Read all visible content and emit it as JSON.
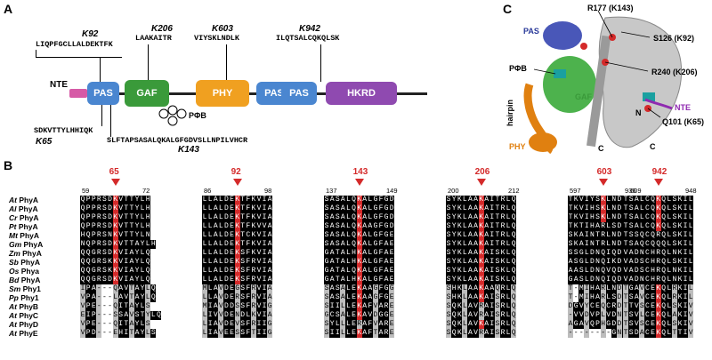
{
  "panels": {
    "a": "A",
    "b": "B",
    "c": "C"
  },
  "panelA": {
    "domains": [
      {
        "label": "NTE",
        "color": "#d65aa6"
      },
      {
        "label": "PAS",
        "color": "#4a86d0"
      },
      {
        "label": "GAF",
        "color": "#3a9a3a"
      },
      {
        "label": "PHY",
        "color": "#f0a020"
      },
      {
        "label": "PAS",
        "color": "#4a86d0"
      },
      {
        "label": "PAS",
        "color": "#4a86d0"
      },
      {
        "label": "HKRD",
        "color": "#8f4ab0"
      }
    ],
    "chromophore": "PΦB",
    "sites": [
      {
        "tag": "K92",
        "seq": "LIQPFGCLLALDEKTFK"
      },
      {
        "tag": "K206",
        "seq": "LAAKAITR"
      },
      {
        "tag": "K603",
        "seq": "VIYSKLNDLK"
      },
      {
        "tag": "K942",
        "seq": "ILQTSALCQKQLSK"
      },
      {
        "tag": "K65",
        "seq": "SDKVTTYLHHIQK"
      },
      {
        "tag": "K143",
        "seq": "SLFTAPSASALQKALGFGDVSLLNPILVHCR"
      }
    ]
  },
  "panelB": {
    "species": [
      [
        "At",
        "PhyA"
      ],
      [
        "Al",
        "PhyA"
      ],
      [
        "Cr",
        "PhyA"
      ],
      [
        "Pt",
        "PhyA"
      ],
      [
        "Mt",
        "PhyA"
      ],
      [
        "Gm",
        "PhyA"
      ],
      [
        "Zm",
        "PhyA"
      ],
      [
        "Sb",
        "PhyA"
      ],
      [
        "Os",
        "Phya"
      ],
      [
        "Bd",
        "PhyA"
      ],
      [
        "Sm",
        "Phy1"
      ],
      [
        "Pp",
        "Phy1"
      ],
      [
        "At",
        "PhyB"
      ],
      [
        "At",
        "PhyC"
      ],
      [
        "At",
        "PhyD"
      ],
      [
        "At",
        "PhyE"
      ]
    ],
    "blocks": [
      {
        "site": "65",
        "start": "59",
        "end": "72",
        "rows": [
          "QPPRSDKVTTYLH",
          "QPPRSDKVTTYLH",
          "QPPRSDKVTTYLH",
          "QPPRSDKVTTYLH",
          "HQPRSNKVTTYLN",
          "NQPRSDKVTTAYLH",
          "QQGRSDKVIAYLQ",
          "QQGRSKKVIAYLQ",
          "QQGRSKKVIAYLQ",
          "QQGRSDKVIAYLQ",
          "IPA---QAVTAYLQ",
          "VPA---LAVTAYLQ",
          "VPE---QITAYLS",
          "EIP---SSAVSTYLQ",
          "VPE---QITAYLS",
          "VPD---EHITAYLS"
        ]
      },
      {
        "site": "92",
        "start": "86",
        "end": "98",
        "rows": [
          "LLALDEKTFKVIA",
          "LLALDEKTFKVIA",
          "LLALDEKTFKVIA",
          "LLALDEKTFKVVA",
          "LLALDEKTCKVIA",
          "LLALDEKTFKVIA",
          "LLALDEKSFKVIA",
          "LLALDEKSFRVIA",
          "LLALDEKSFRVIA",
          "LLALDEKSFRVIA",
          "MLAVDEGSFRVIA",
          "LLAVDERSFRVIA",
          "MIAVDDSSFRVIG",
          "LIVVDENDLKVIA",
          "LIAVDEVSFRIIG",
          "LIAVEESSFTIIG"
        ]
      },
      {
        "site": "143",
        "start": "137",
        "end": "149",
        "rows": [
          "SASALQKALGFGD",
          "SASALQKALGFGD",
          "SASALQKALGFGD",
          "SASALQKAAGFGD",
          "SASALQKALGFGE",
          "SASALQKALGFAE",
          "GATALHKALGFAE",
          "GATALHKALGFAE",
          "GATALQKALGFAE",
          "GATALHKALGFAE",
          "SASALEKAAGFGG",
          "SASALEKAAGFGE",
          "SIILLEKAFVARE",
          "GCSALEKAVDGGE",
          "SYLLLERAFVARE",
          "SIILLEKAFTARE"
        ]
      },
      {
        "site": "206",
        "start": "200",
        "end": "212",
        "rows": [
          "SYKLAAKAITRLQ",
          "SYKLAAKAITRLQ",
          "SYKLAAKAITRLQ",
          "SYKLAAKAITRLQ",
          "SYKLAAKAITRLQ",
          "SYKLAAKAITRLQ",
          "SYKLAAKAISKLQ",
          "SYKLAAKAISKLQ",
          "SYKLAAKAISKLQ",
          "SYKLAAKAISKLQ",
          "SHKLAAKAAQRLQ",
          "SHKLAAKAISRLQ",
          "SQKLAVRAISRLQ",
          "SQKLAVRAISRLQ",
          "SQKLAVKAISRLQ",
          "SQKLAVRAISRLQ"
        ]
      },
      {
        "site": "603",
        "start": "597",
        "end": "609",
        "rows": [
          "TKVIYSKLNDLKI",
          "TKVIHSKLNDLKI",
          "TKVIHSKLNDLKI",
          "TKTIHARLSDLKI",
          "SKAINTRLNDLKI",
          "SKAINTRLNDLKI",
          "SSGLDNQIQDLKI",
          "ASGLDNQIKDLKI",
          "AASLDNQVQDLKI",
          "GASLDNQIQDLKI",
          "T-MIHARLNDLKI",
          "T-MIHARLSDLKI",
          "DGVYCEQCRDMAE",
          "-VVDVPLVDNRV",
          "AGAVQPHGDDMVQ",
          "--------GNGVA"
        ]
      },
      {
        "site": "942",
        "start": "936",
        "end": "948",
        "rows": [
          "TSALCQKQLSKIL",
          "TSALCQKQLSKIL",
          "TSALCQKQLSKIL",
          "TSALCQKQLSKIL",
          "TSSQCQRQLSKIL",
          "TSAQCQQQLSKIL",
          "VADNCHRQLNKIL",
          "VADSCHRQLSKIL",
          "VADSCHRQLNKIL",
          "VADNCHRQLNKIL",
          "TGAVCEKQLRKIL",
          "TSAVCEKQLRKIL",
          "TTVSCEKQLSKIV",
          "TSVLCEKQLAKIV",
          "TSVSCEKQLSKIV",
          "TSDACEKQLTTIV"
        ]
      }
    ]
  },
  "panelC": {
    "labels": [
      {
        "t": "PAS",
        "color": "#2a3a9a"
      },
      {
        "t": "R177 (K143)",
        "color": "#000"
      },
      {
        "t": "S126 (K92)",
        "color": "#000"
      },
      {
        "t": "PΦB",
        "color": "#000"
      },
      {
        "t": "R240 (K206)",
        "color": "#000"
      },
      {
        "t": "hairpin",
        "color": "#000"
      },
      {
        "t": "GAF",
        "color": "#3a9a3a"
      },
      {
        "t": "NTE",
        "color": "#8f2ab0"
      },
      {
        "t": "N",
        "color": "#000"
      },
      {
        "t": "Q101 (K65)",
        "color": "#000"
      },
      {
        "t": "PHY",
        "color": "#e08010"
      },
      {
        "t": "C",
        "color": "#000"
      },
      {
        "t": "C",
        "color": "#000"
      }
    ]
  }
}
